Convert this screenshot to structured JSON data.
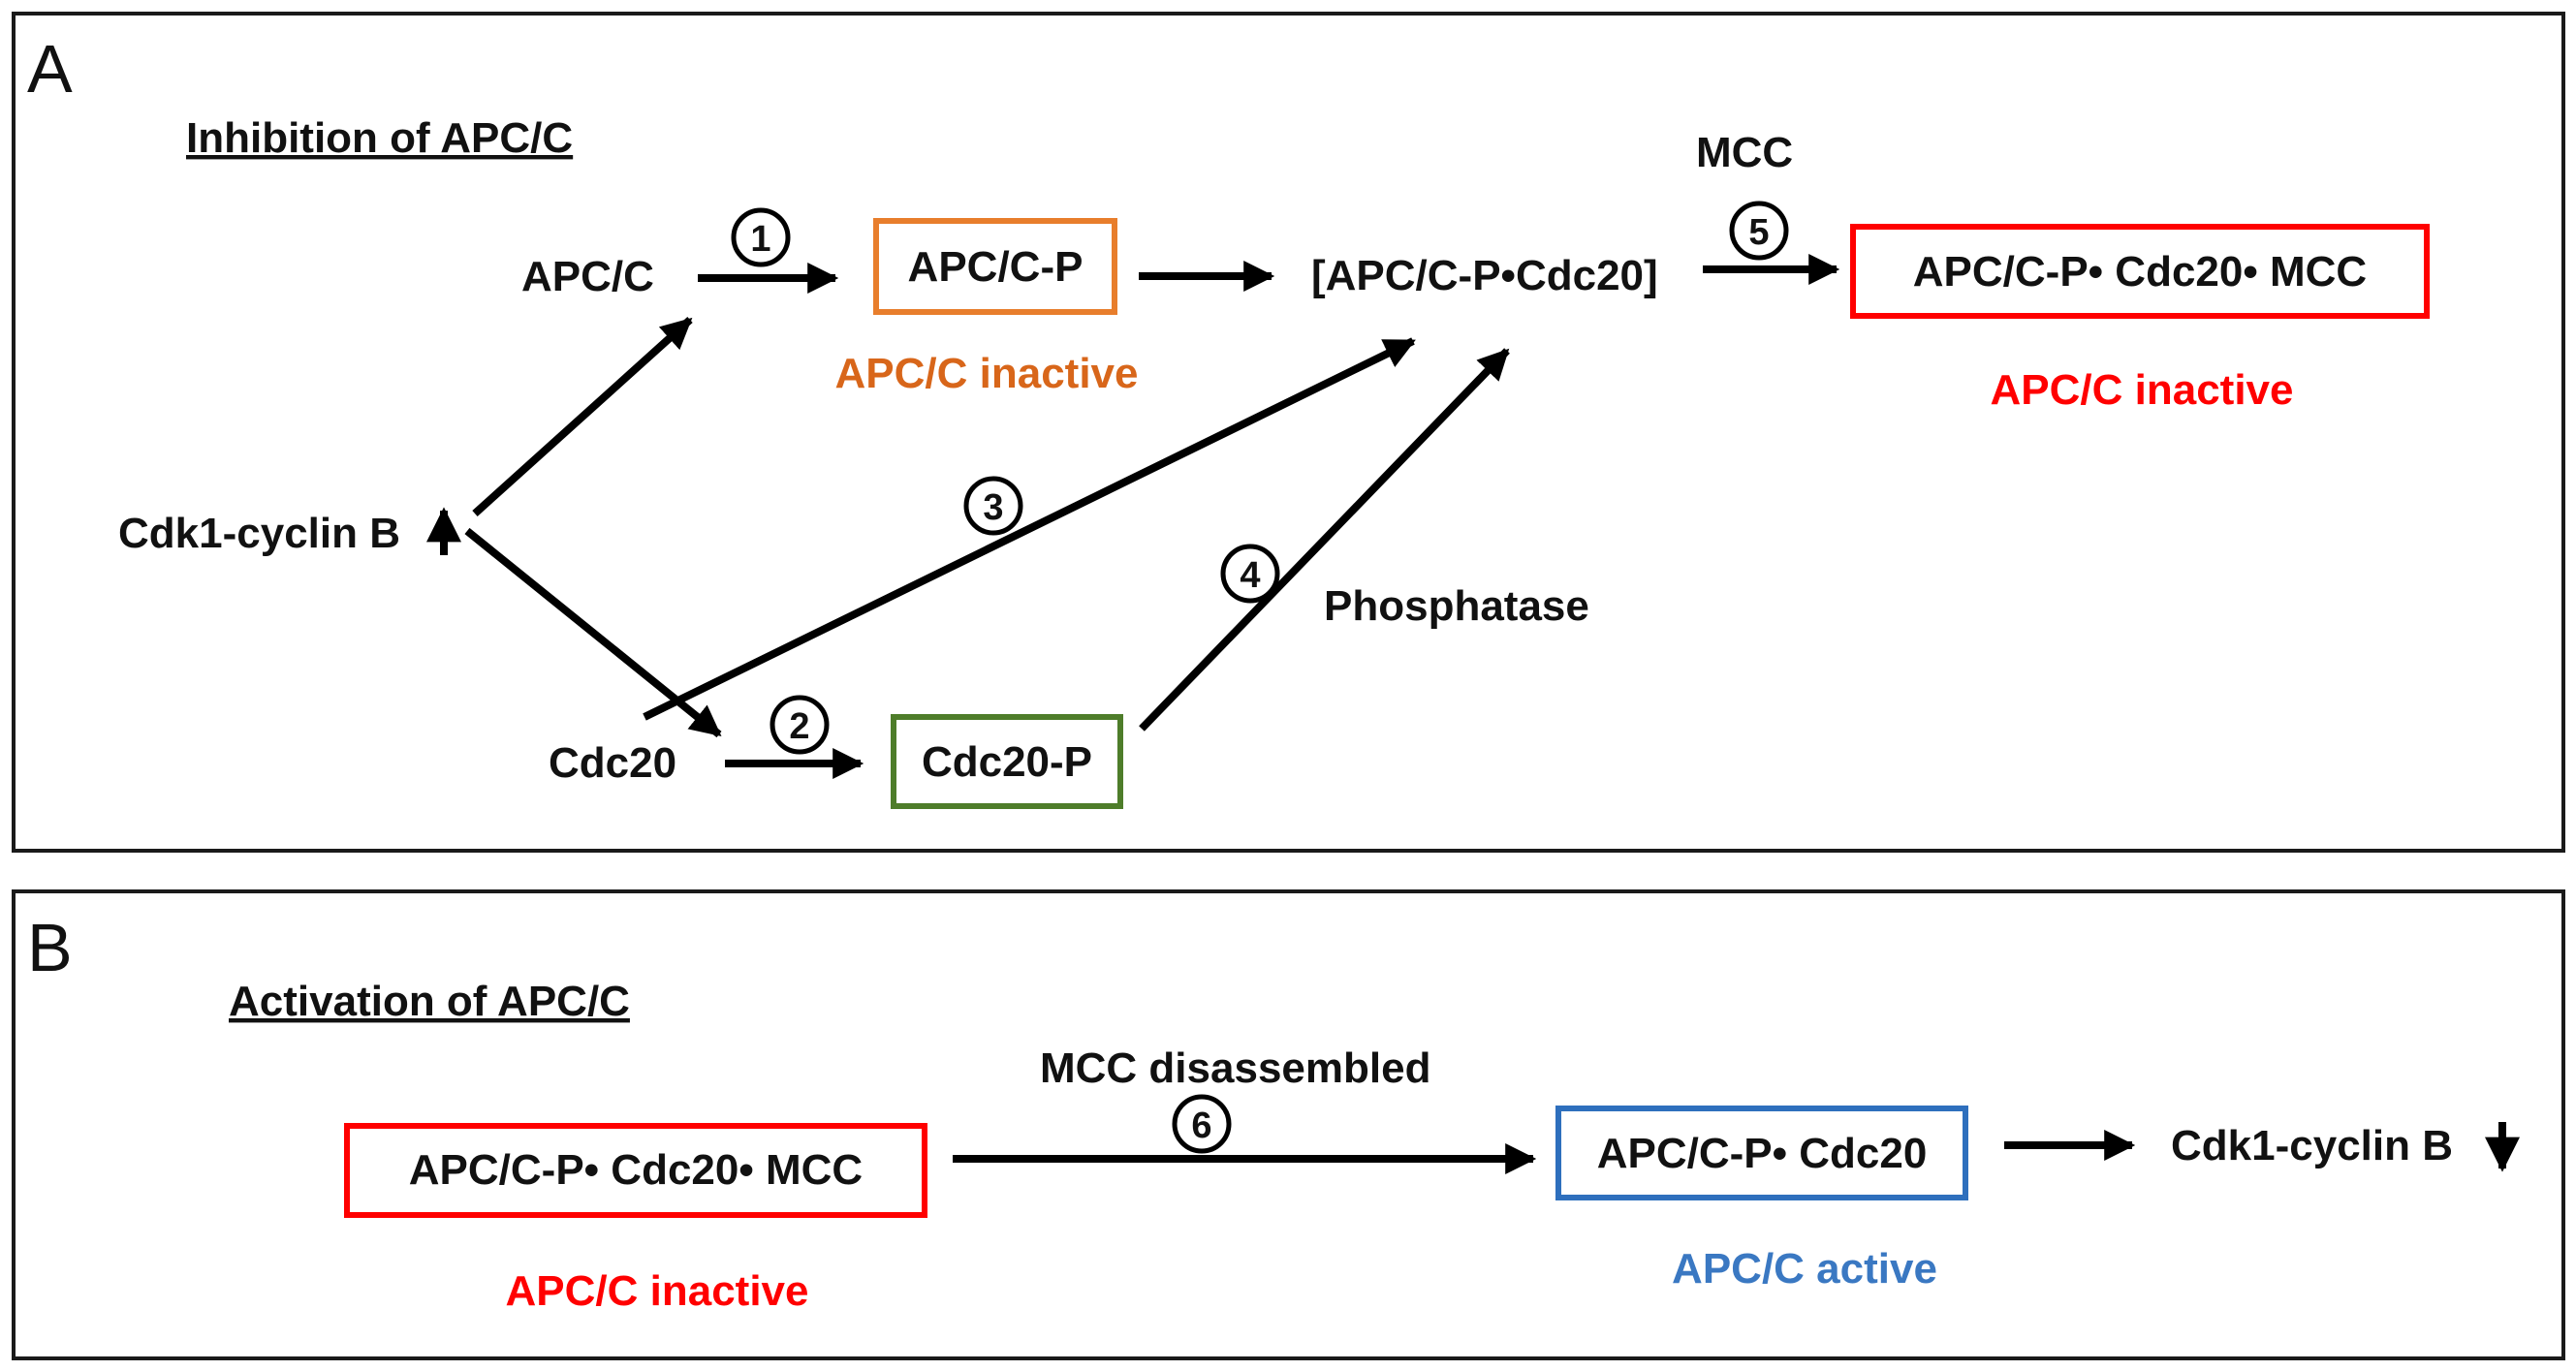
{
  "panels": {
    "A": {
      "letter": "A",
      "heading": "Inhibition of APC/C",
      "nodes": {
        "apcc": "APC/C",
        "apcc_p": "APC/C-P",
        "apcc_p_cdc20": "[APC/C-P•Cdc20]",
        "apcc_p_cdc20_mcc": "APC/C-P• Cdc20• MCC",
        "cdk1": "Cdk1-cyclin B",
        "cdc20": "Cdc20",
        "cdc20_p": "Cdc20-P"
      },
      "labels": {
        "mcc": "MCC",
        "phosphatase": "Phosphatase",
        "inactive_orange": "APC/C inactive",
        "inactive_red": "APC/C inactive"
      },
      "steps": [
        "1",
        "2",
        "3",
        "4",
        "5"
      ]
    },
    "B": {
      "letter": "B",
      "heading": "Activation of APC/C",
      "nodes": {
        "apcc_p_cdc20_mcc": "APC/C-P• Cdc20• MCC",
        "apcc_p_cdc20": "APC/C-P• Cdc20",
        "cdk1": "Cdk1-cyclin B"
      },
      "labels": {
        "mcc_disassembled": "MCC disassembled",
        "inactive": "APC/C inactive",
        "active": "APC/C active"
      },
      "steps": [
        "6"
      ]
    }
  },
  "colors": {
    "orange": "#e87e2c",
    "red": "#ff0000",
    "green": "#4e7d2a",
    "blue": "#2e6fbd",
    "orange_text": "#d8661a",
    "blue_text": "#3a78c2"
  }
}
